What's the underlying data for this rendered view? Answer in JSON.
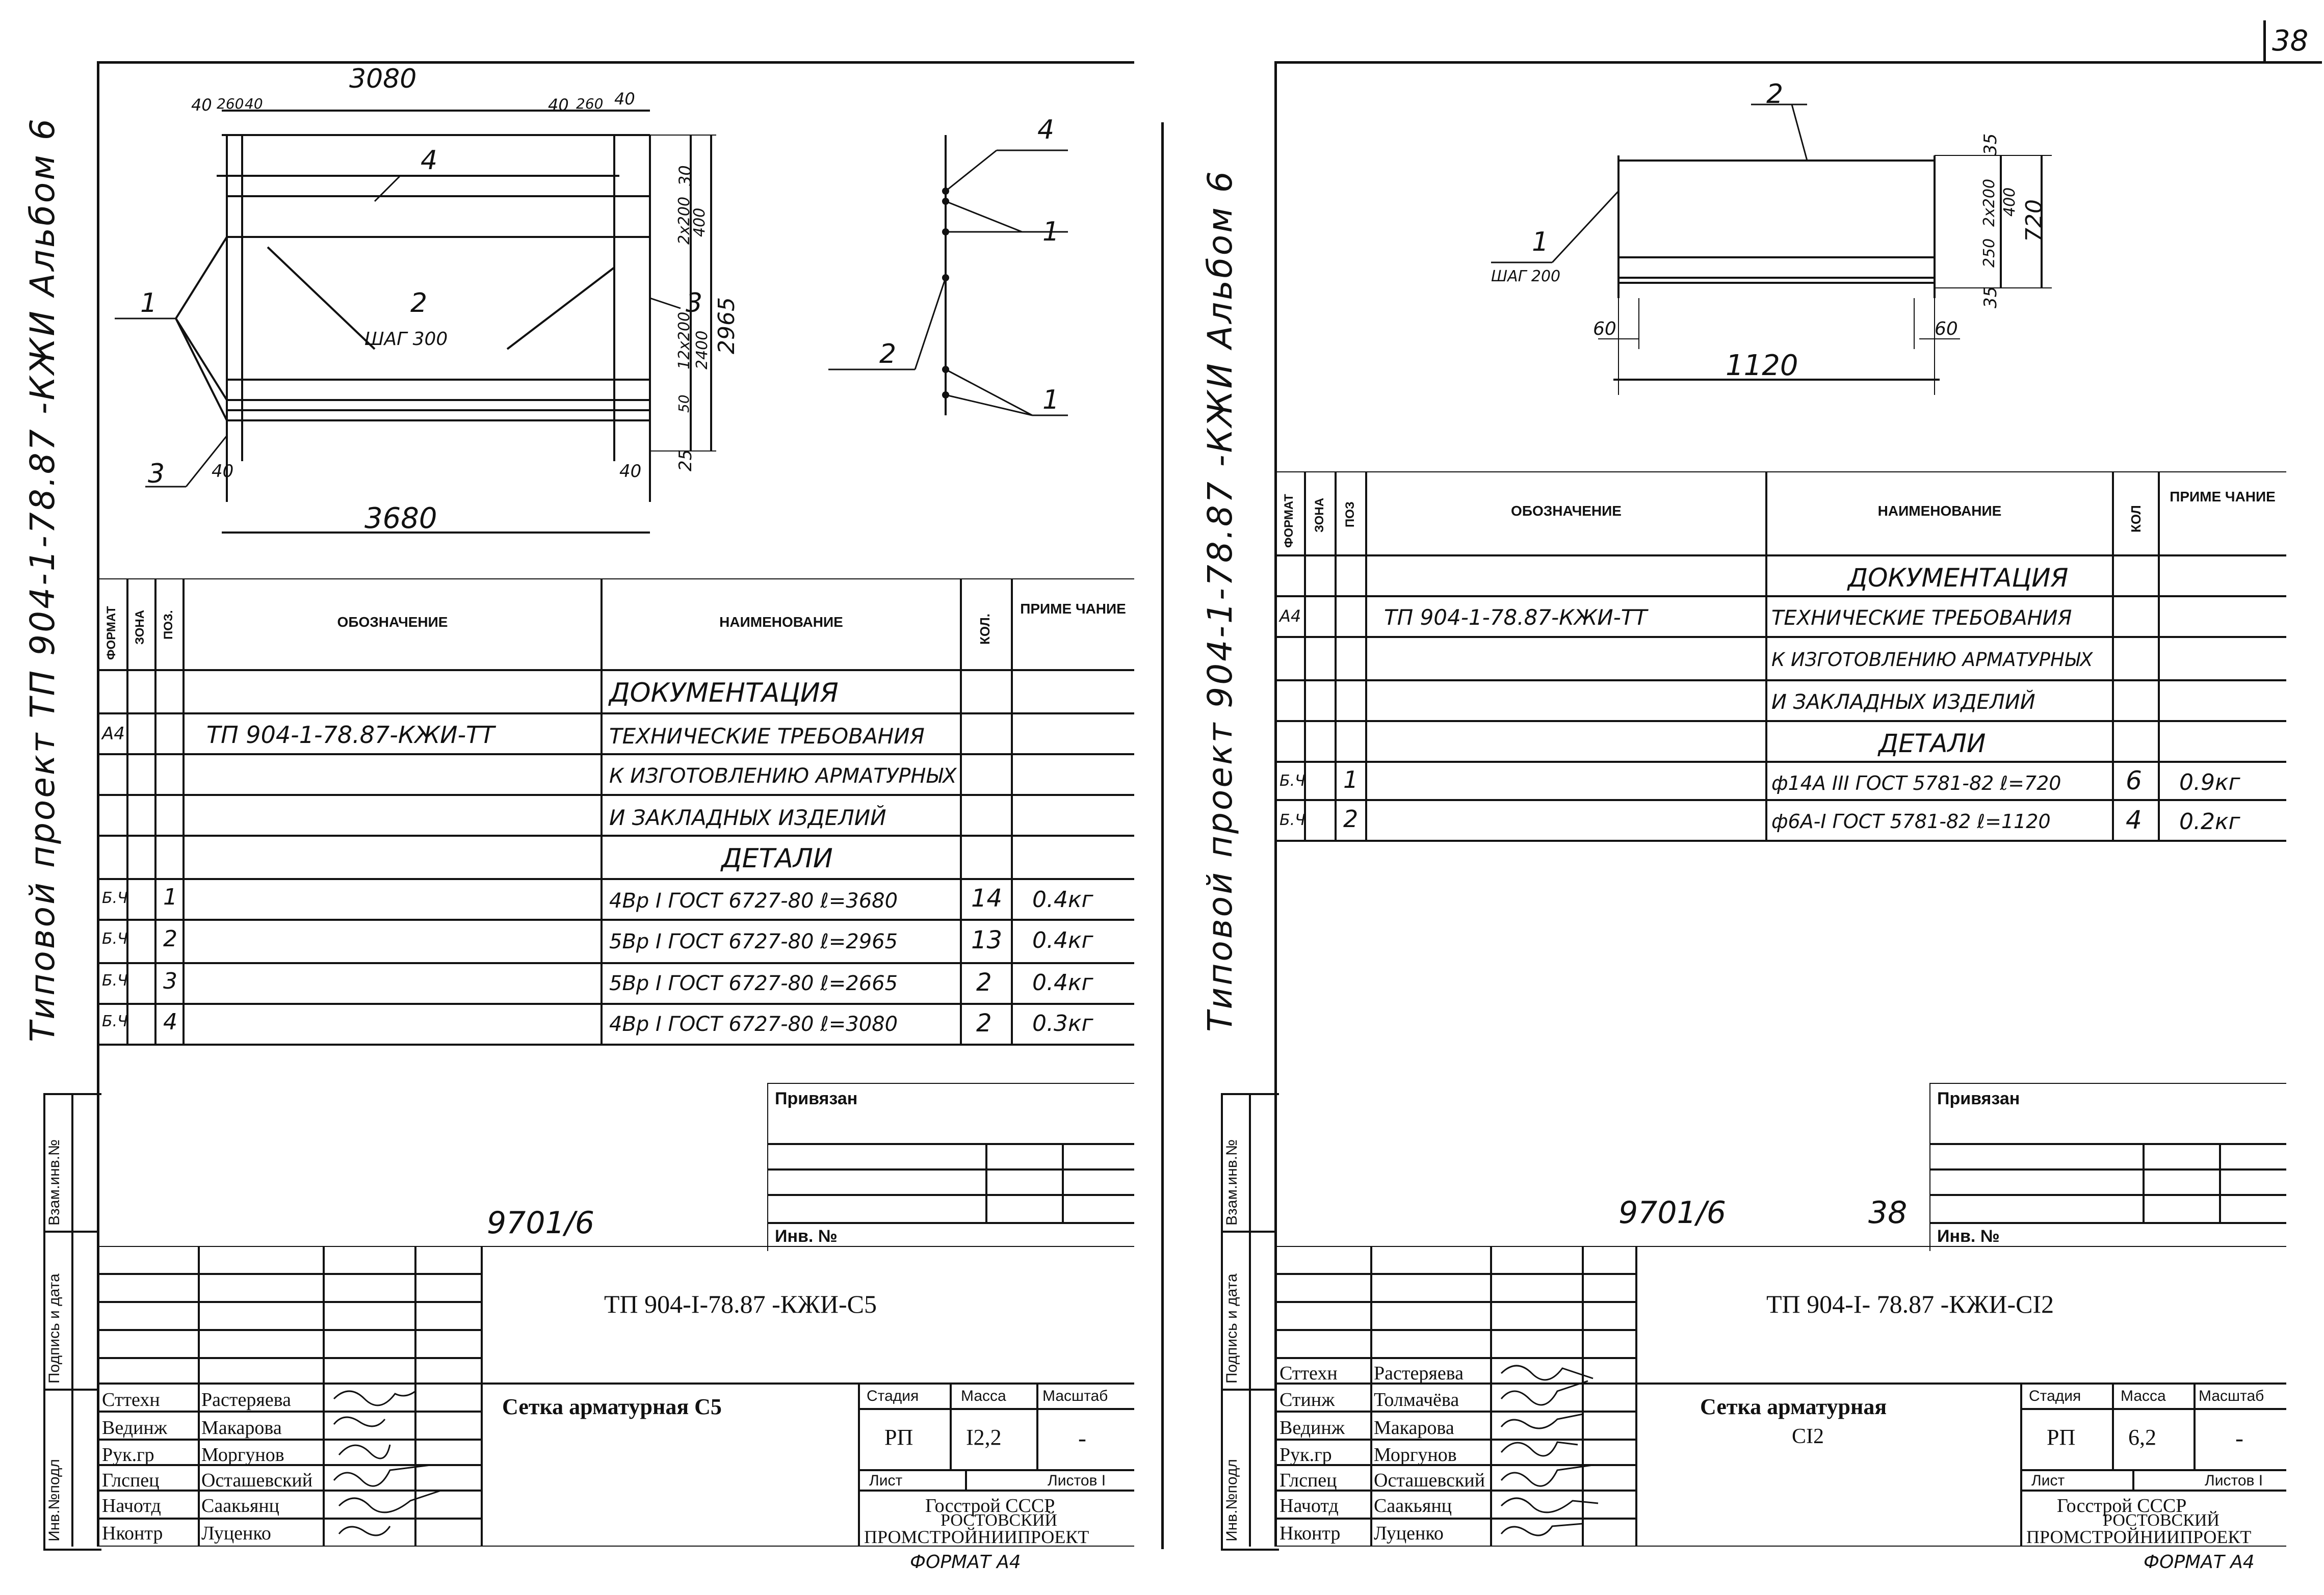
{
  "page_number": "38",
  "sheets": [
    {
      "side": "left",
      "album_title": "Типовой проект ТП 904-1-78.87 -КЖИ  Альбом 6",
      "dims": {
        "top_total": "3080",
        "top_parts": [
          "40",
          "260",
          "40",
          "40",
          "260",
          "40"
        ],
        "bottom_total": "3680",
        "bottom_parts": [
          "40",
          "40"
        ],
        "right_parts": [
          "30",
          "2x200",
          "400",
          "12x200",
          "2400",
          "2965",
          "50",
          "25"
        ],
        "step": "ШАГ 300"
      },
      "callouts": [
        "1",
        "2",
        "3",
        "4",
        "4",
        "2",
        "1",
        "1",
        "3"
      ],
      "spec": {
        "headers": [
          "ФОРМАТ",
          "ЗОНА",
          "ПОЗ.",
          "ОБОЗНАЧЕНИЕ",
          "НАИМЕНОВАНИЕ",
          "КОЛ.",
          "ПРИМЕ ЧАНИЕ"
        ],
        "rows": [
          {
            "format": "",
            "zone": "",
            "pos": "",
            "code": "",
            "name": "ДОКУМЕНТАЦИЯ",
            "qty": "",
            "note": ""
          },
          {
            "format": "А4",
            "zone": "",
            "pos": "",
            "code": "ТП 904-1-78.87-КЖИ-ТТ",
            "name": "ТЕХНИЧЕСКИЕ ТРЕБОВАНИЯ",
            "qty": "",
            "note": ""
          },
          {
            "format": "",
            "zone": "",
            "pos": "",
            "code": "",
            "name": "К ИЗГОТОВЛЕНИЮ АРМАТУРНЫХ",
            "qty": "",
            "note": ""
          },
          {
            "format": "",
            "zone": "",
            "pos": "",
            "code": "",
            "name": "И ЗАКЛАДНЫХ ИЗДЕЛИЙ",
            "qty": "",
            "note": ""
          },
          {
            "format": "",
            "zone": "",
            "pos": "",
            "code": "",
            "name": "ДЕТАЛИ",
            "qty": "",
            "note": ""
          },
          {
            "format": "Б.Ч",
            "zone": "",
            "pos": "1",
            "code": "",
            "name": "4Вр I ГОСТ 6727-80 ℓ=3680",
            "qty": "14",
            "note": "0.4кг"
          },
          {
            "format": "Б.Ч",
            "zone": "",
            "pos": "2",
            "code": "",
            "name": "5Вр I ГОСТ 6727-80 ℓ=2965",
            "qty": "13",
            "note": "0.4кг"
          },
          {
            "format": "Б.Ч",
            "zone": "",
            "pos": "3",
            "code": "",
            "name": "5Вр I ГОСТ 6727-80 ℓ=2665",
            "qty": "2",
            "note": "0.4кг"
          },
          {
            "format": "Б.Ч",
            "zone": "",
            "pos": "4",
            "code": "",
            "name": "4Вр I ГОСТ 6727-80 ℓ=3080",
            "qty": "2",
            "note": "0.3кг"
          }
        ]
      },
      "privyazan": "Привязан",
      "inv_no": "Инв. №",
      "archive_no": "9701/6",
      "sheet_no_hand": "",
      "side_labels": [
        "Взам.инв.№",
        "Подпись и дата",
        "Инв.№подл"
      ],
      "stamp": {
        "doc_code": "ТП   904-I-78.87 -КЖИ-С5",
        "title_line1": "Сетка    арматурная    С5",
        "title_line2": "",
        "stage_label": "Стадия",
        "mass_label": "Масса",
        "scale_label": "Масштаб",
        "stage": "РП",
        "mass": "I2,2",
        "scale": "-",
        "sheet_label": "Лист",
        "sheets_label": "Листов  I",
        "org": [
          "Госстрой  СССР",
          "РОСТОВСКИЙ",
          "ПРОМСТРОЙНИИПРОЕКТ"
        ],
        "people": [
          {
            "role": "Сттехн",
            "name": "Растеряева"
          },
          {
            "role": "Вединж",
            "name": "Макарова"
          },
          {
            "role": "Рук.гр",
            "name": "Моргунов"
          },
          {
            "role": "Глспец",
            "name": "Осташевский"
          },
          {
            "role": "Начотд",
            "name": "Саакьянц"
          },
          {
            "role": "Нконтр",
            "name": "Луценко"
          }
        ]
      },
      "format_label": "ФОРМАТ А4"
    },
    {
      "side": "right",
      "album_title": "Типовой проект 904-1-78.87 -КЖИ  Альбом 6",
      "dims": {
        "top_total": "",
        "top_parts": [],
        "bottom_total": "1120",
        "bottom_parts": [
          "60",
          "60"
        ],
        "right_parts": [
          "35",
          "2x200",
          "400",
          "250",
          "720",
          "35"
        ],
        "step": "ШАГ 200"
      },
      "callouts": [
        "2",
        "1"
      ],
      "spec": {
        "headers": [
          "ФОРМАТ",
          "ЗОНА",
          "ПОЗ",
          "ОБОЗНАЧЕНИЕ",
          "НАИМЕНОВАНИЕ",
          "КОЛ",
          "ПРИМЕ ЧАНИЕ"
        ],
        "rows": [
          {
            "format": "",
            "zone": "",
            "pos": "",
            "code": "",
            "name": "ДОКУМЕНТАЦИЯ",
            "qty": "",
            "note": ""
          },
          {
            "format": "А4",
            "zone": "",
            "pos": "",
            "code": "ТП 904-1-78.87-КЖИ-ТТ",
            "name": "ТЕХНИЧЕСКИЕ ТРЕБОВАНИЯ",
            "qty": "",
            "note": ""
          },
          {
            "format": "",
            "zone": "",
            "pos": "",
            "code": "",
            "name": "К ИЗГОТОВЛЕНИЮ АРМАТУРНЫХ",
            "qty": "",
            "note": ""
          },
          {
            "format": "",
            "zone": "",
            "pos": "",
            "code": "",
            "name": "И ЗАКЛАДНЫХ ИЗДЕЛИЙ",
            "qty": "",
            "note": ""
          },
          {
            "format": "",
            "zone": "",
            "pos": "",
            "code": "",
            "name": "ДЕТАЛИ",
            "qty": "",
            "note": ""
          },
          {
            "format": "Б.Ч",
            "zone": "",
            "pos": "1",
            "code": "",
            "name": "ф14А III ГОСТ 5781-82 ℓ=720",
            "qty": "6",
            "note": "0.9кг"
          },
          {
            "format": "Б.Ч",
            "zone": "",
            "pos": "2",
            "code": "",
            "name": "ф6А-I ГОСТ 5781-82 ℓ=1120",
            "qty": "4",
            "note": "0.2кг"
          }
        ]
      },
      "privyazan": "Привязан",
      "inv_no": "Инв. №",
      "archive_no": "9701/6",
      "sheet_no_hand": "38",
      "side_labels": [
        "Взам.инв.№",
        "Подпись и дата",
        "Инв.№подл"
      ],
      "stamp": {
        "doc_code": "ТП  904-I- 78.87 -КЖИ-СI2",
        "title_line1": "Сетка    арматурная",
        "title_line2": "СI2",
        "stage_label": "Стадия",
        "mass_label": "Масса",
        "scale_label": "Масштаб",
        "stage": "РП",
        "mass": "6,2",
        "scale": "-",
        "sheet_label": "Лист",
        "sheets_label": "Листов  I",
        "org": [
          "Госстрой    СССР",
          "РОСТОВСКИЙ",
          "ПРОМСТРОЙНИИПРОЕКТ"
        ],
        "people": [
          {
            "role": "Сттехн",
            "name": "Растеряева"
          },
          {
            "role": "Стинж",
            "name": "Толмачёва"
          },
          {
            "role": "Вединж",
            "name": "Макарова"
          },
          {
            "role": "Рук.гр",
            "name": "Моргунов"
          },
          {
            "role": "Глспец",
            "name": "Осташевский"
          },
          {
            "role": "Начотд",
            "name": "Саакьянц"
          },
          {
            "role": "Нконтр",
            "name": "Луценко"
          }
        ]
      },
      "format_label": "ФОРМАТ А4"
    }
  ]
}
